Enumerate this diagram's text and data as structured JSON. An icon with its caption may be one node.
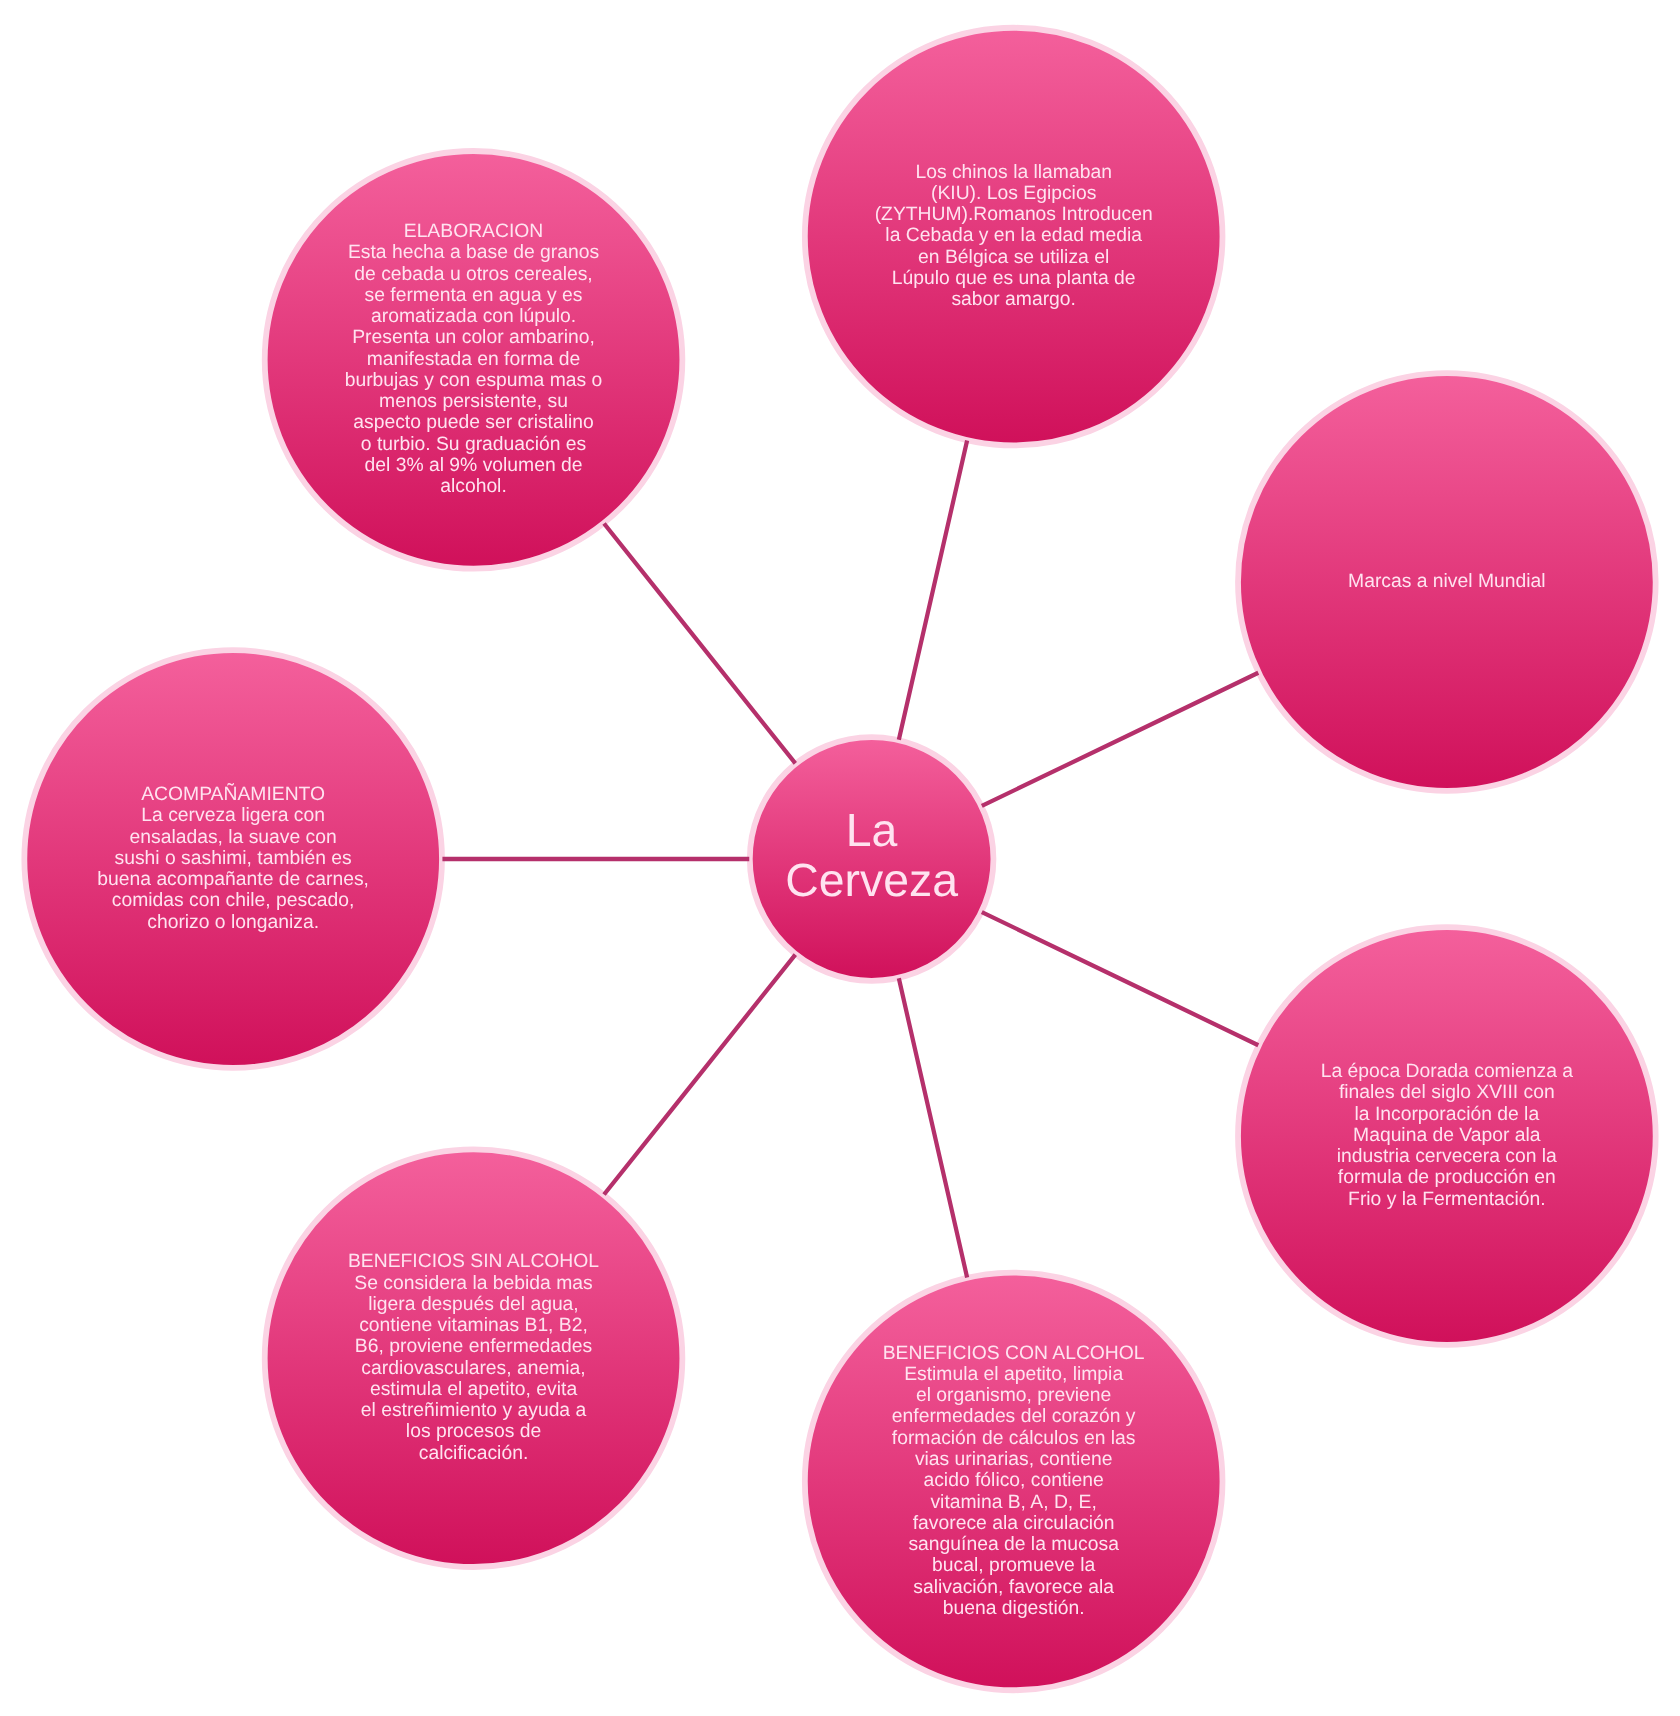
{
  "diagram": {
    "nodes": [
      {
        "text": [
          "La Cerveza"
        ]
      },
      {
        "text": [
          "Los chinos la llamaban (KIU). Los Egipcios (ZYTHUM).Romanos Introducen la Cebada y en la edad media en Bélgica se utiliza el Lúpulo que es una planta de sabor amargo."
        ]
      },
      {
        "text": [
          "ELABORACION",
          "Esta hecha a base de granos de cebada u otros cereales, se fermenta en agua y es aromatizada con lúpulo. Presenta un color ambarino, manifestada en forma de burbujas y con espuma mas o menos persistente, su aspecto puede ser cristalino o turbio. Su graduación es del 3% al 9% volumen de alcohol."
        ]
      },
      {
        "text": [
          "Marcas a nivel Mundial"
        ]
      },
      {
        "text": [
          "ACOMPAÑAMIENTO",
          "La cerveza ligera con ensaladas, la suave con sushi o sashimi, también es buena acompañante de carnes, comidas con chile, pescado, chorizo o longaniza."
        ]
      },
      {
        "text": [
          "La época Dorada comienza a finales del siglo XVIII con la Incorporación de la Maquina de Vapor ala industria cervecera con la formula de producción en Frio y la Fermentación."
        ]
      },
      {
        "text": [
          "BENEFICIOS SIN ALCOHOL",
          "Se considera la bebida mas ligera después del agua, contiene vitaminas B1, B2, B6, proviene enfermedades cardiovasculares, anemia, estimula el apetito, evita el estreñimiento y ayuda a los procesos de calcificación."
        ]
      },
      {
        "text": [
          "BENEFICIOS CON ALCOHOL",
          "Estimula el apetito, limpia el organismo, previene enfermedades del corazón y formación de cálculos en las vias urinarias, contiene acido fólico, contiene vitamina B, A, D, E, favorece ala circulación sanguínea de la mucosa bucal, promueve la salivación, favorece ala buena digestión."
        ]
      }
    ],
    "edges": [
      {
        "from": 0,
        "to": 1,
        "arrow": "none"
      },
      {
        "from": 0,
        "to": 2,
        "arrow": "none"
      },
      {
        "from": 0,
        "to": 3,
        "arrow": "none"
      },
      {
        "from": 0,
        "to": 4,
        "arrow": "none"
      },
      {
        "from": 0,
        "to": 5,
        "arrow": "none"
      },
      {
        "from": 0,
        "to": 6,
        "arrow": "none"
      },
      {
        "from": 0,
        "to": 7,
        "arrow": "none"
      }
    ]
  }
}
